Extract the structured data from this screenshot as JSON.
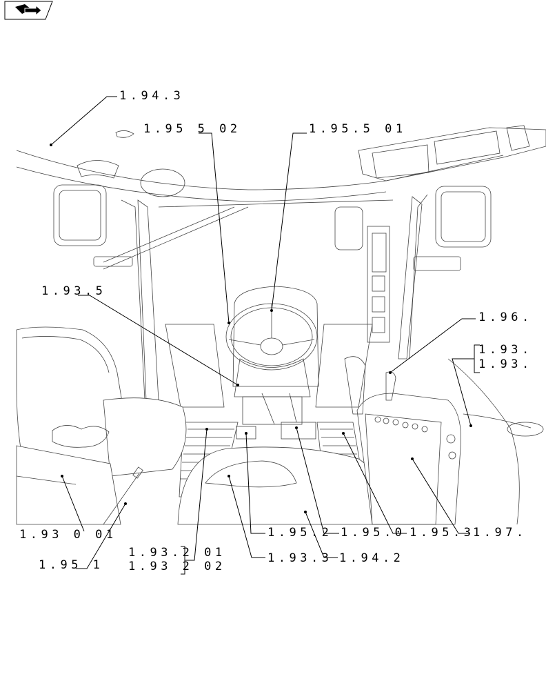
{
  "nav": {
    "icon": "book-arrow-icon"
  },
  "callouts": [
    {
      "id": "c1",
      "text": "1.94.3"
    },
    {
      "id": "c2",
      "text": "1.95 5 02"
    },
    {
      "id": "c3",
      "text": "1.95.5 01"
    },
    {
      "id": "c4",
      "text": "1.93.5"
    },
    {
      "id": "c5",
      "text": "1.96."
    },
    {
      "id": "c6",
      "text": "1.93."
    },
    {
      "id": "c7",
      "text": "1.93."
    },
    {
      "id": "c8",
      "text": "1.93 0 01"
    },
    {
      "id": "c9",
      "text": "1.95 1"
    },
    {
      "id": "c10",
      "text": "1.93.2 01"
    },
    {
      "id": "c11",
      "text": "1.93 2 02"
    },
    {
      "id": "c12",
      "text": "1.93.3"
    },
    {
      "id": "c13",
      "text": "1.94.2"
    },
    {
      "id": "c14",
      "text": "1.95.2"
    },
    {
      "id": "c15",
      "text": "1.95.0"
    },
    {
      "id": "c16",
      "text": "1.95.3"
    },
    {
      "id": "c17",
      "text": "1.97."
    }
  ]
}
